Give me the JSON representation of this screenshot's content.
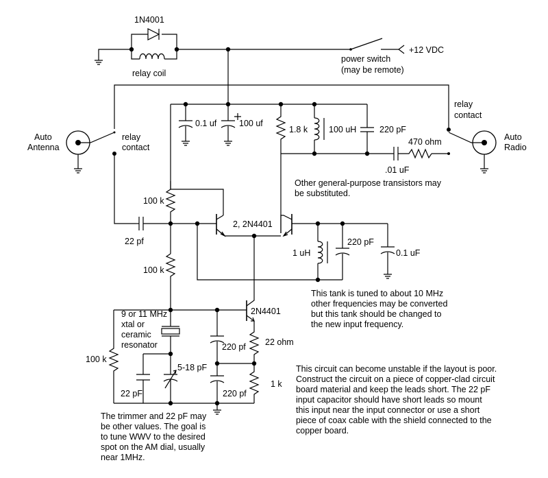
{
  "labels": {
    "diode": "1N4001",
    "relay_coil": "relay coil",
    "power_switch_1": "power switch",
    "power_switch_2": "(may be remote)",
    "supply": "+12 VDC",
    "relay_contact_right_1": "relay",
    "relay_contact_right_2": "contact",
    "auto_radio_1": "Auto",
    "auto_radio_2": "Radio",
    "auto_antenna_1": "Auto",
    "auto_antenna_2": "Antenna",
    "relay_contact_left_1": "relay",
    "relay_contact_left_2": "contact",
    "c_01uf": "0.1 uf",
    "c_100uf": "100 uf",
    "r_1k8": "1.8 k",
    "l_100uh": "100 uH",
    "c_220pf_top": "220 pF",
    "r_470": "470 ohm",
    "c_01_out": ".01 uF",
    "note_substitute_1": "Other general-purpose transistors may",
    "note_substitute_2": "be substituted.",
    "r_100k_top": "100 k",
    "transistor_pair": "2, 2N4401",
    "c_22pf_in": "22 pf",
    "l_1uh": "1 uH",
    "c_220pf_tank": "220 pF",
    "c_01uf_tank": "0.1 uF",
    "r_100k_mid": "100 k",
    "note_tank_1": "This tank is tuned to about 10 MHz",
    "note_tank_2": "other frequencies may be converted",
    "note_tank_3": "but this tank should be changed to",
    "note_tank_4": "the new input frequency.",
    "xtal_1": "9 or 11 MHz",
    "xtal_2": "xtal or",
    "xtal_3": "ceramic",
    "xtal_4": "resonator",
    "transistor_osc": "2N4401",
    "c_220pf_a": "220 pf",
    "r_22ohm": "22 ohm",
    "r_100k_left": "100 k",
    "trimmer": "5-18 pF",
    "r_1k": "1 k",
    "c_22pf_osc": "22 pF",
    "c_220pf_b": "220 pf",
    "note_layout": [
      "This circuit can become unstable if the layout is poor.",
      "Construct the circuit on a piece of copper-clad circuit",
      "board material and keep the leads short. The 22 pF",
      "input capacitor should have short leads so mount",
      "this input near the input connector or use a short",
      "piece of coax cable with the shield connected to the",
      "copper board."
    ],
    "note_trimmer": [
      "The trimmer and 22 pF may",
      "be other values. The goal is",
      "to tune WWV to the desired",
      "spot on the AM dial, usually",
      "near 1MHz."
    ]
  }
}
